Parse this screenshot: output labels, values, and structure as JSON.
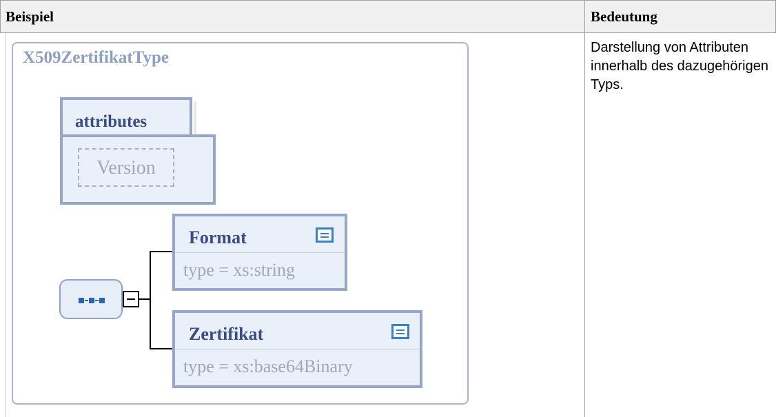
{
  "table": {
    "header_example": "Beispiel",
    "header_meaning": "Bedeutung",
    "meaning_text": "Darstellung von Attributen innerhalb des dazugehörigen Typs."
  },
  "diagram": {
    "type_name": "X509ZertifikatType",
    "attributes_label": "attributes",
    "attribute_items": [
      "Version"
    ],
    "elements": [
      {
        "name": "Format",
        "type_text": "type  =  xs:string"
      },
      {
        "name": "Zertifikat",
        "type_text": "type  =  xs:base64Binary"
      }
    ],
    "colors": {
      "box_fill": "#eaf0fa",
      "box_border": "#97a6c6",
      "title_text": "#8fa0bf",
      "label_text": "#3b4d80",
      "muted_text": "#a0a7b8",
      "icon_blue": "#3b80c4"
    },
    "icons": [
      "sequence-compositor-icon",
      "collapse-minus-icon",
      "documentation-icon"
    ]
  }
}
